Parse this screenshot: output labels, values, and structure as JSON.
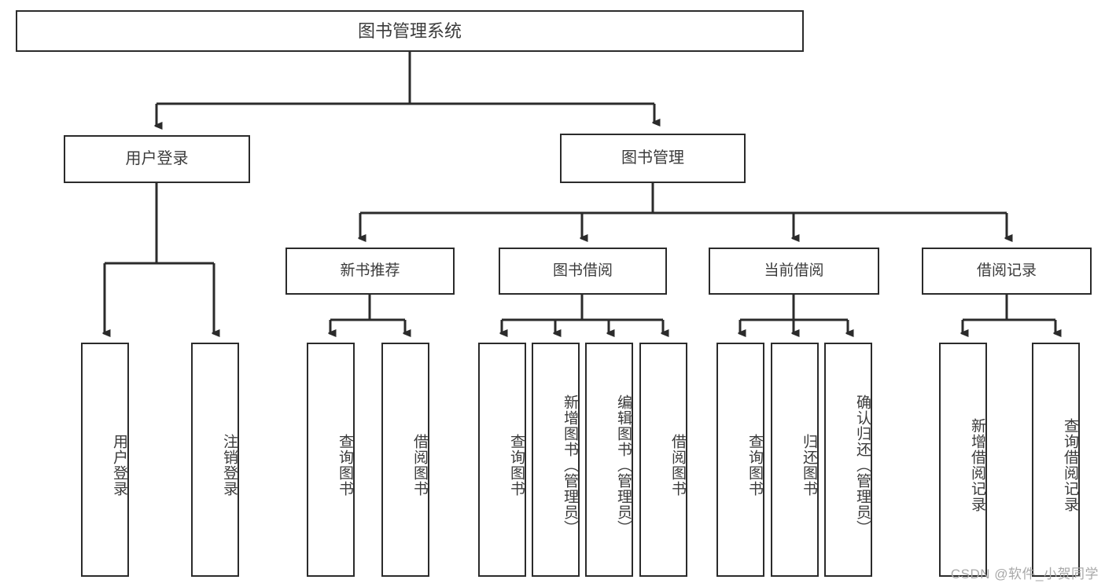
{
  "diagram": {
    "title": "图书管理系统",
    "type": "tree-hierarchy-diagram",
    "colors": {
      "box_border": "#2b2b2b",
      "box_fill": "#ffffff",
      "text": "#3b3b3b",
      "connector": "#2b2b2b",
      "watermark": "#a8a8a8",
      "background": "#ffffff"
    },
    "root": {
      "label": "图书管理系统"
    },
    "level1": [
      {
        "label": "用户登录"
      },
      {
        "label": "图书管理"
      }
    ],
    "level2": [
      {
        "label": "新书推荐"
      },
      {
        "label": "图书借阅"
      },
      {
        "label": "当前借阅"
      },
      {
        "label": "借阅记录"
      }
    ],
    "leaves": {
      "user_login": [
        {
          "label": "用户登录"
        },
        {
          "label": "注销登录"
        }
      ],
      "new_book_recommend": [
        {
          "label": "查询图书"
        },
        {
          "label": "借阅图书"
        }
      ],
      "book_borrow": [
        {
          "label": "查询图书"
        },
        {
          "label": "新增图书（管理员）"
        },
        {
          "label": "编辑图书（管理员）"
        },
        {
          "label": "借阅图书"
        }
      ],
      "current_borrow": [
        {
          "label": "查询图书"
        },
        {
          "label": "归还图书"
        },
        {
          "label": "确认归还（管理员）"
        }
      ],
      "borrow_record": [
        {
          "label": "新增借阅记录"
        },
        {
          "label": "查询借阅记录"
        }
      ]
    },
    "watermark": "CSDN @软件_小贺同学"
  }
}
